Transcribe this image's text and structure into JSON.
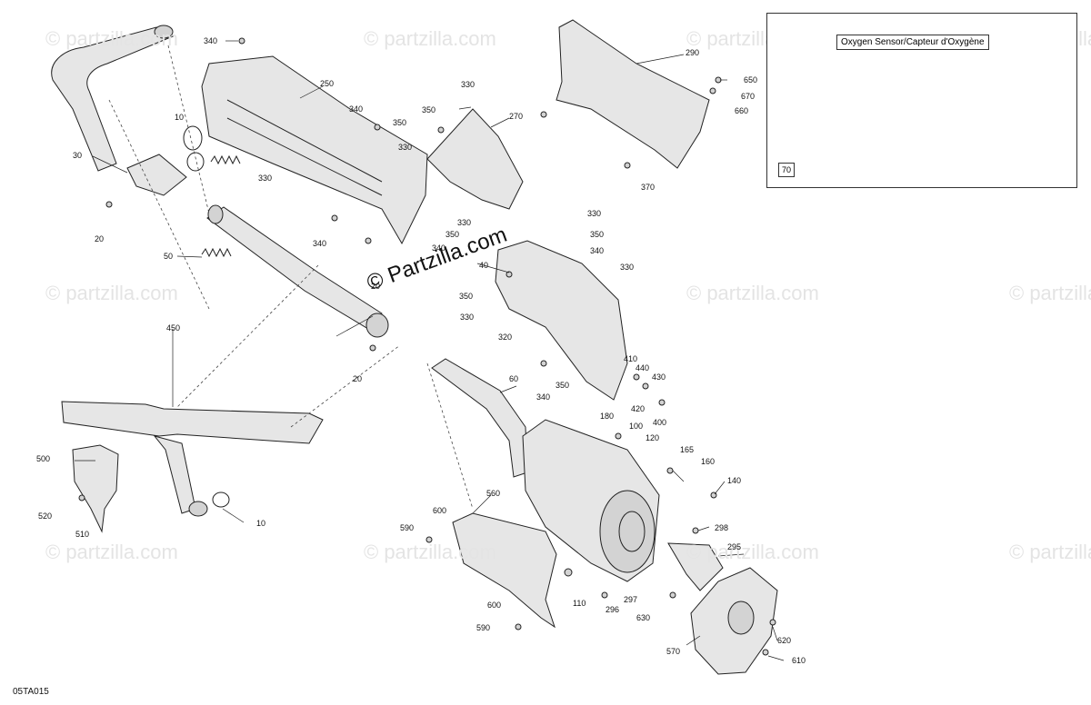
{
  "diagram": {
    "drawing_code": "05TA015",
    "inset_title": "Oxygen Sensor/Capteur d'Oxygène",
    "inset_ref": "70",
    "watermark": "© partzilla.com",
    "brand": "© Partzilla.com",
    "callouts": [
      {
        "id": "340",
        "text": "340"
      },
      {
        "id": "250",
        "text": "250"
      },
      {
        "id": "10",
        "text": "10"
      },
      {
        "id": "330",
        "text": "330"
      },
      {
        "id": "350",
        "text": "350"
      },
      {
        "id": "270",
        "text": "270"
      },
      {
        "id": "290",
        "text": "290"
      },
      {
        "id": "650",
        "text": "650"
      },
      {
        "id": "670",
        "text": "670"
      },
      {
        "id": "660",
        "text": "660"
      },
      {
        "id": "370",
        "text": "370"
      },
      {
        "id": "30",
        "text": "30"
      },
      {
        "id": "20",
        "text": "20"
      },
      {
        "id": "50",
        "text": "50"
      },
      {
        "id": "40",
        "text": "40"
      },
      {
        "id": "450",
        "text": "450"
      },
      {
        "id": "320",
        "text": "320"
      },
      {
        "id": "410",
        "text": "410"
      },
      {
        "id": "440",
        "text": "440"
      },
      {
        "id": "430",
        "text": "430"
      },
      {
        "id": "420",
        "text": "420"
      },
      {
        "id": "400",
        "text": "400"
      },
      {
        "id": "60",
        "text": "60"
      },
      {
        "id": "180",
        "text": "180"
      },
      {
        "id": "100",
        "text": "100"
      },
      {
        "id": "120",
        "text": "120"
      },
      {
        "id": "165",
        "text": "165"
      },
      {
        "id": "160",
        "text": "160"
      },
      {
        "id": "140",
        "text": "140"
      },
      {
        "id": "500",
        "text": "500"
      },
      {
        "id": "520",
        "text": "520"
      },
      {
        "id": "510",
        "text": "510"
      },
      {
        "id": "560",
        "text": "560"
      },
      {
        "id": "600",
        "text": "600"
      },
      {
        "id": "590",
        "text": "590"
      },
      {
        "id": "110",
        "text": "110"
      },
      {
        "id": "296",
        "text": "296"
      },
      {
        "id": "297",
        "text": "297"
      },
      {
        "id": "630",
        "text": "630"
      },
      {
        "id": "298",
        "text": "298"
      },
      {
        "id": "295",
        "text": "295"
      },
      {
        "id": "570",
        "text": "570"
      },
      {
        "id": "620",
        "text": "620"
      },
      {
        "id": "610",
        "text": "610"
      }
    ]
  }
}
